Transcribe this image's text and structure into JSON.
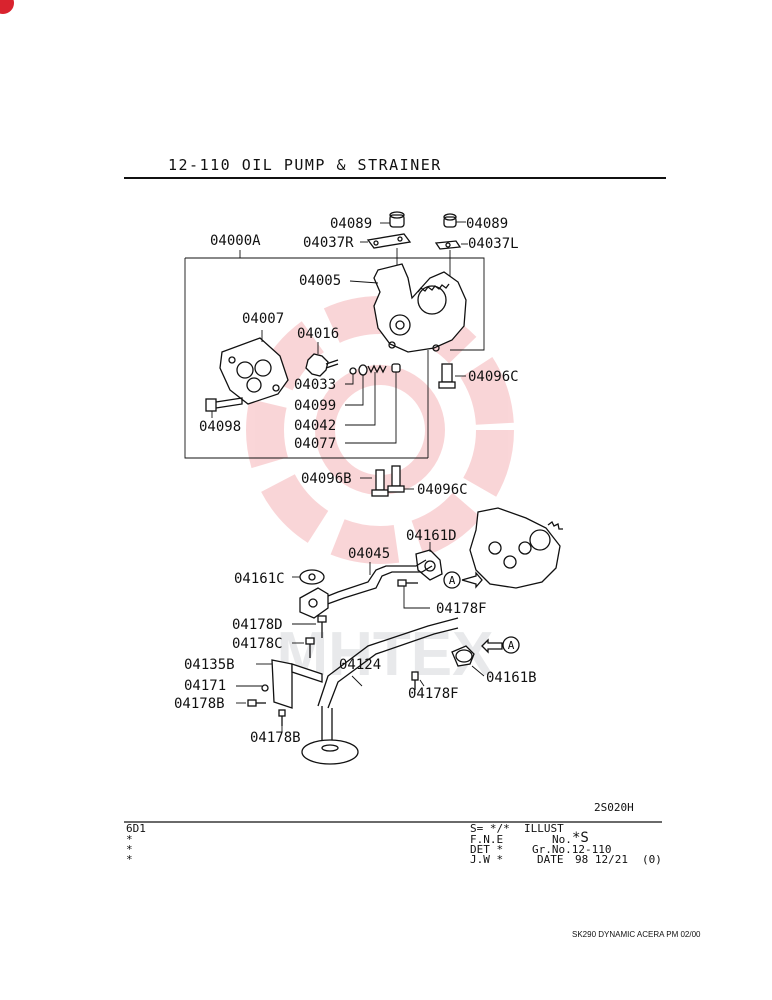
{
  "title": "12-110  OIL PUMP & STRAINER",
  "watermark": {
    "text": "MHTEX",
    "color": "#e8444c"
  },
  "labels": {
    "p04089_a": "04089",
    "p04089_b": "04089",
    "p04037R": "04037R",
    "p04037L": "04037L",
    "p04000A": "04000A",
    "p04005": "04005",
    "p04007": "04007",
    "p04016": "04016",
    "p04033": "04033",
    "p04099": "04099",
    "p04042": "04042",
    "p04077": "04077",
    "p04098": "04098",
    "p04096C_a": "04096C",
    "p04096B": "04096B",
    "p04096C_b": "04096C",
    "p04161D": "04161D",
    "p04045": "04045",
    "p04161C": "04161C",
    "p04178F_a": "04178F",
    "p04178D": "04178D",
    "p04178C": "04178C",
    "p04135B": "04135B",
    "p04124": "04124",
    "p04171": "04171",
    "p04178B_a": "04178B",
    "p04178B_b": "04178B",
    "p04178F_b": "04178F",
    "p04161B": "04161B",
    "ref_A": "A",
    "ref_A2": "A"
  },
  "illust_code": "2S020H",
  "footer": {
    "model": "6D1",
    "stars": [
      "*",
      "*",
      "*"
    ],
    "s_line": "S= */*",
    "illust_label": "ILLUST",
    "fne_label": "F.N.E",
    "no_label": "No.",
    "no_value": "*S",
    "det_label": "DET *",
    "gr_no": "Gr.No.12-110",
    "jw_label": "J.W *",
    "date_label": "DATE",
    "date_value": "98 12/21",
    "rev": "(0)"
  },
  "doc_ref": "SK290 DYNAMIC ACERA PM 02/00"
}
